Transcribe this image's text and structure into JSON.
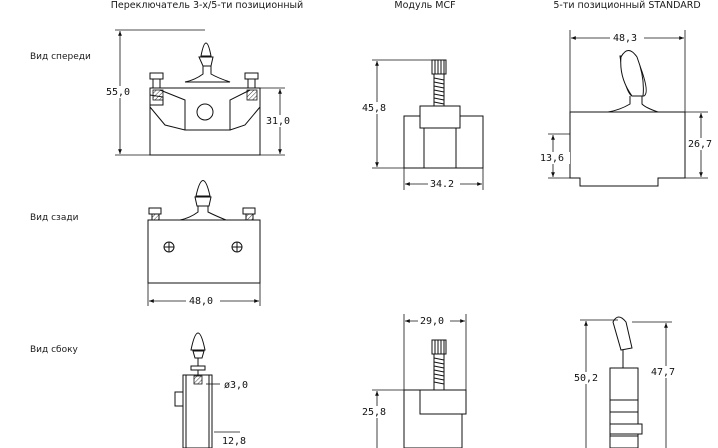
{
  "headers": {
    "switch": "Переключатель 3-х/5-ти позиционный",
    "mcf": "Модуль MCF",
    "standard": "5-ти позиционный STANDARD"
  },
  "views": {
    "front": "Вид спереди",
    "back": "Вид сзади",
    "side": "Вид сбоку"
  },
  "dims": {
    "front_height": "55,0",
    "front_body_height": "31,0",
    "back_width": "48,0",
    "side_diameter": "ø3,0",
    "side_depth": "12,8",
    "mcf_height": "45,8",
    "mcf_width": "34.2",
    "mcf_side_width": "29,0",
    "mcf_side_height": "25,8",
    "std_width": "48,3",
    "std_body_height": "26,7",
    "std_low_height": "13,6",
    "std_side_total": "50,2",
    "std_side_height": "47,7"
  }
}
